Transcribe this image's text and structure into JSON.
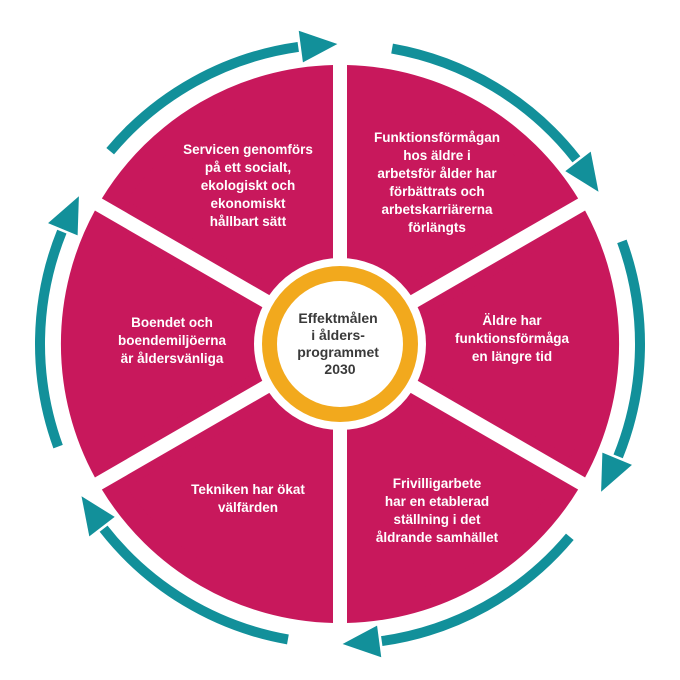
{
  "center": {
    "lines": [
      "Effektmålen",
      "i ålders-",
      "programmet",
      "2030"
    ]
  },
  "goals": [
    {
      "id": "sustainable-service",
      "lines": [
        "Servicen genomförs",
        "på ett socialt,",
        "ekologiskt och",
        "ekonomiskt",
        "hållbart sätt"
      ]
    },
    {
      "id": "work-ability",
      "lines": [
        "Funktionsförmågan",
        "hos äldre i",
        "arbetsför ålder har",
        "förbättrats och",
        "arbetskarriärerna",
        "förlängts"
      ]
    },
    {
      "id": "functional-capacity",
      "lines": [
        "Äldre har",
        "funktionsförmåga",
        "en längre tid"
      ]
    },
    {
      "id": "volunteering",
      "lines": [
        "Frivilligarbete",
        "har en etablerad",
        "ställning i det",
        "åldrande samhället"
      ]
    },
    {
      "id": "technology",
      "lines": [
        "Tekniken har ökat",
        "välfärden"
      ]
    },
    {
      "id": "housing",
      "lines": [
        "Boendet och",
        "boendemiljöerna",
        "är åldersvänliga"
      ]
    }
  ],
  "colors": {
    "petal": "#c8185c",
    "center_ring": "#f2a91d",
    "cycle_arrows": "#12909a",
    "center_text": "#3a3a3a",
    "petal_text": "#ffffff"
  }
}
